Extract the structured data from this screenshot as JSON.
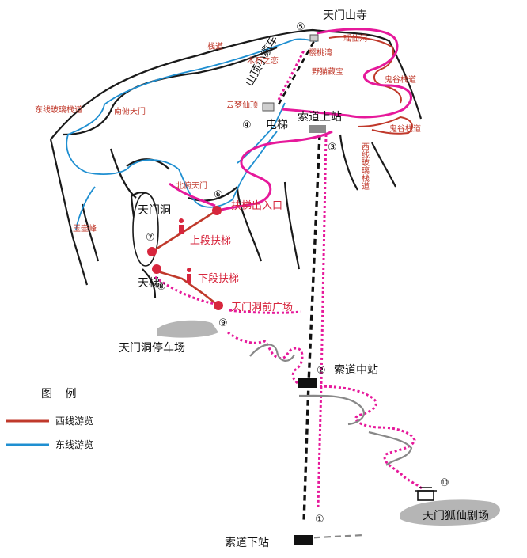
{
  "colors": {
    "west": "#c0392b",
    "east": "#1f8fd1",
    "route": "#e6199b",
    "cable": "#111111",
    "mountain": "#1a1a1a",
    "parking": "#b5b5b5"
  },
  "stations": [
    {
      "num": "①",
      "label": "索道下站"
    },
    {
      "num": "②",
      "label": "索道中站"
    },
    {
      "num": "③",
      "label": "索道上站"
    },
    {
      "num": "④",
      "label": "电梯"
    },
    {
      "num": "⑤",
      "label": "天门山寺"
    },
    {
      "num": "⑥",
      "label": "扶梯出入口"
    },
    {
      "num": "⑦",
      "label": "天门洞"
    },
    {
      "num": "⑧",
      "label": "天梯"
    },
    {
      "num": "⑨",
      "label": "天门洞前广场"
    },
    {
      "num": "⑩",
      "label": "天门狐仙剧场"
    }
  ],
  "places": {
    "parking": "天门洞停车场",
    "upper_escalator": "上段扶梯",
    "lower_escalator": "下段扶梯",
    "yunmeng": "云梦仙顶",
    "shanding_cable": "山顶小缆车",
    "plank": "栈道",
    "muishi": "木石之恋",
    "east_glass": "东线玻璃栈道",
    "nanfu": "南俯天门",
    "beifu": "北俯天门",
    "yuhu": "玉壶峰",
    "west_glass": "西线玻璃栈道",
    "guigu_plank": "鬼谷栈道",
    "guigu_cliff": "鬼谷栈道",
    "yingtao": "樱桃湾",
    "yeshou": "野猫藏宝",
    "yaoxian": "瑶仙洞"
  },
  "legend": {
    "title": "图 例",
    "items": [
      {
        "label": "西线游览",
        "color": "#c0392b"
      },
      {
        "label": "东线游览",
        "color": "#1f8fd1"
      }
    ]
  }
}
